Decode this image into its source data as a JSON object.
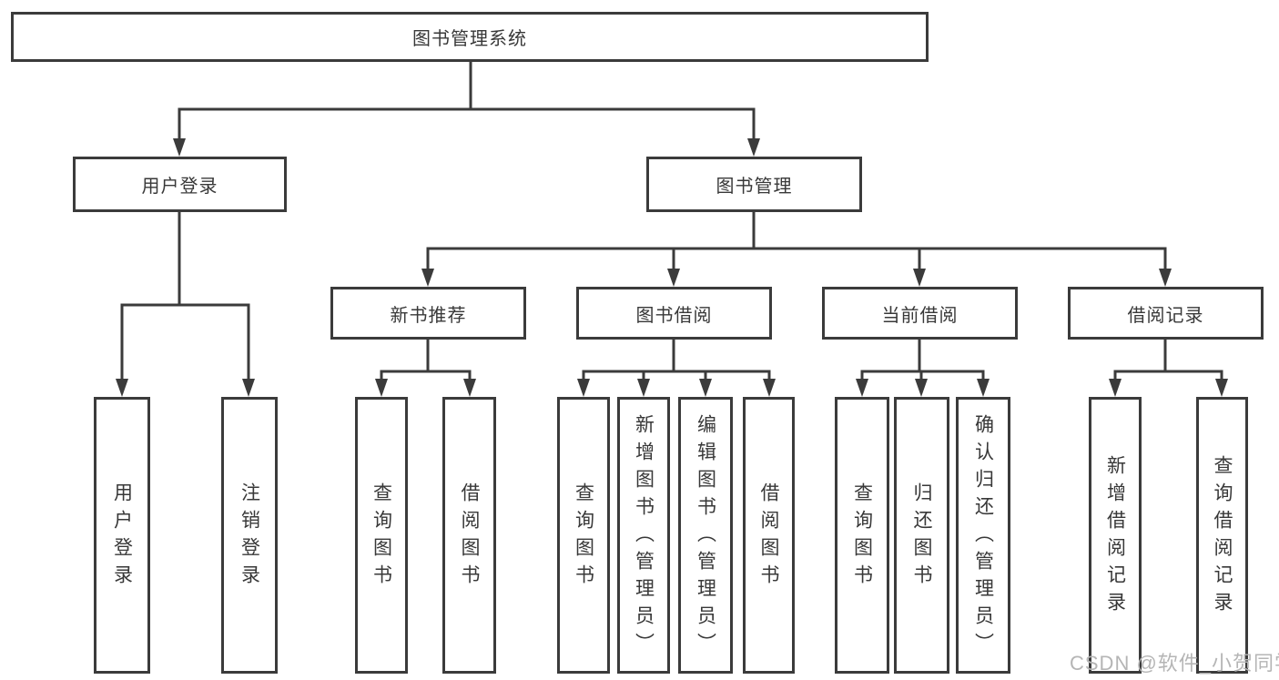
{
  "diagram": {
    "type": "tree-hierarchy",
    "root": {
      "label": "图书管理系统"
    },
    "level2": [
      {
        "label": "用户登录",
        "parent": "图书管理系统"
      },
      {
        "label": "图书管理",
        "parent": "图书管理系统"
      }
    ],
    "level3": [
      {
        "label": "新书推荐",
        "parent": "图书管理"
      },
      {
        "label": "图书借阅",
        "parent": "图书管理"
      },
      {
        "label": "当前借阅",
        "parent": "图书管理"
      },
      {
        "label": "借阅记录",
        "parent": "图书管理"
      }
    ],
    "leaves": [
      {
        "label": "用户登录",
        "parent": "用户登录"
      },
      {
        "label": "注销登录",
        "parent": "用户登录"
      },
      {
        "label": "查询图书",
        "parent": "新书推荐"
      },
      {
        "label": "借阅图书",
        "parent": "新书推荐"
      },
      {
        "label": "查询图书",
        "parent": "图书借阅"
      },
      {
        "label": "新增图书（管理员）",
        "parent": "图书借阅"
      },
      {
        "label": "编辑图书（管理员）",
        "parent": "图书借阅"
      },
      {
        "label": "借阅图书",
        "parent": "图书借阅"
      },
      {
        "label": "查询图书",
        "parent": "当前借阅"
      },
      {
        "label": "归还图书",
        "parent": "当前借阅"
      },
      {
        "label": "确认归还（管理员）",
        "parent": "当前借阅"
      },
      {
        "label": "新增借阅记录",
        "parent": "借阅记录"
      },
      {
        "label": "查询借阅记录",
        "parent": "借阅记录"
      }
    ],
    "watermark": {
      "text": "CSDN @软件_小贺同学"
    },
    "colors": {
      "line": "#3b3b3b",
      "text": "#383838",
      "background": "#ffffff",
      "watermark": "#b5b5b5"
    }
  }
}
